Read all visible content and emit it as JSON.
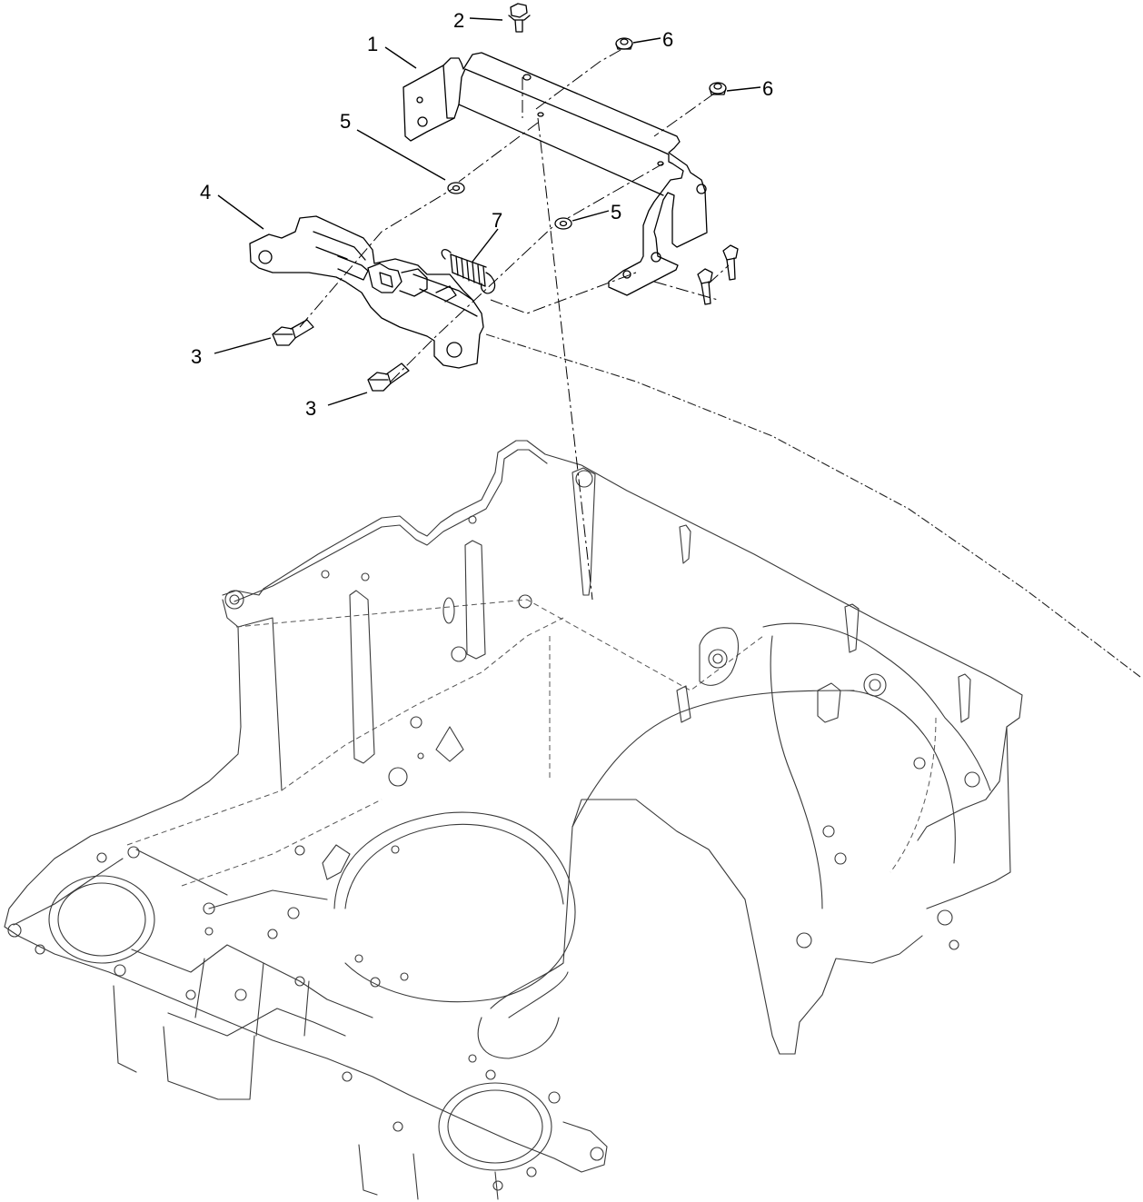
{
  "callouts": [
    {
      "id": "callout-1",
      "label": "1"
    },
    {
      "id": "callout-2",
      "label": "2"
    },
    {
      "id": "callout-3a",
      "label": "3"
    },
    {
      "id": "callout-3b",
      "label": "3"
    },
    {
      "id": "callout-4",
      "label": "4"
    },
    {
      "id": "callout-5a",
      "label": "5"
    },
    {
      "id": "callout-5b",
      "label": "5"
    },
    {
      "id": "callout-6a",
      "label": "6"
    },
    {
      "id": "callout-6b",
      "label": "6"
    },
    {
      "id": "callout-7",
      "label": "7"
    }
  ]
}
